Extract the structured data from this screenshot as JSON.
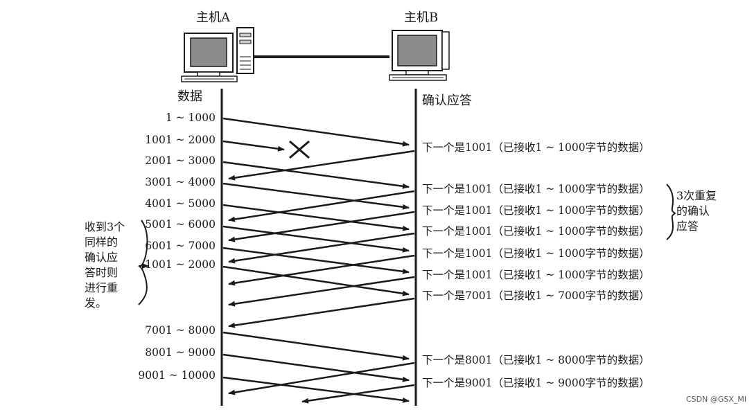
{
  "hosts": {
    "a": "主机A",
    "b": "主机B"
  },
  "columns": {
    "data": "数据",
    "ack": "确认应答"
  },
  "segments": [
    {
      "label": "1 ~ 1000"
    },
    {
      "label": "1001 ~ 2000"
    },
    {
      "label": "2001 ~ 3000"
    },
    {
      "label": "3001 ~ 4000"
    },
    {
      "label": "4001 ~ 5000"
    },
    {
      "label": "5001 ~ 6000"
    },
    {
      "label": "6001 ~ 7000"
    },
    {
      "label": "1001 ~ 2000"
    },
    {
      "label": "7001 ~ 8000"
    },
    {
      "label": "8001 ~ 9000"
    },
    {
      "label": "9001 ~ 10000"
    }
  ],
  "acks": [
    {
      "label": "下一个是1001（已接收1 ~ 1000字节的数据）"
    },
    {
      "label": "下一个是1001（已接收1 ~ 1000字节的数据）"
    },
    {
      "label": "下一个是1001（已接收1 ~ 1000字节的数据）"
    },
    {
      "label": "下一个是1001（已接收1 ~ 1000字节的数据）"
    },
    {
      "label": "下一个是1001（已接收1 ~ 1000字节的数据）"
    },
    {
      "label": "下一个是1001（已接收1 ~ 1000字节的数据）"
    },
    {
      "label": "下一个是7001（已接收1 ~ 7000字节的数据）"
    },
    {
      "label": "下一个是8001（已接收1 ~ 8000字节的数据）"
    },
    {
      "label": "下一个是9001（已接收1 ~ 9000字节的数据）"
    }
  ],
  "notes": {
    "left": [
      "收到3个",
      "同样的",
      "确认应",
      "答时则",
      "进行重",
      "发。"
    ],
    "right": [
      "3次重复",
      "的确认",
      "应答"
    ]
  },
  "lost_segment": "1001 ~ 2000",
  "watermark": "CSDN @GSX_MI"
}
